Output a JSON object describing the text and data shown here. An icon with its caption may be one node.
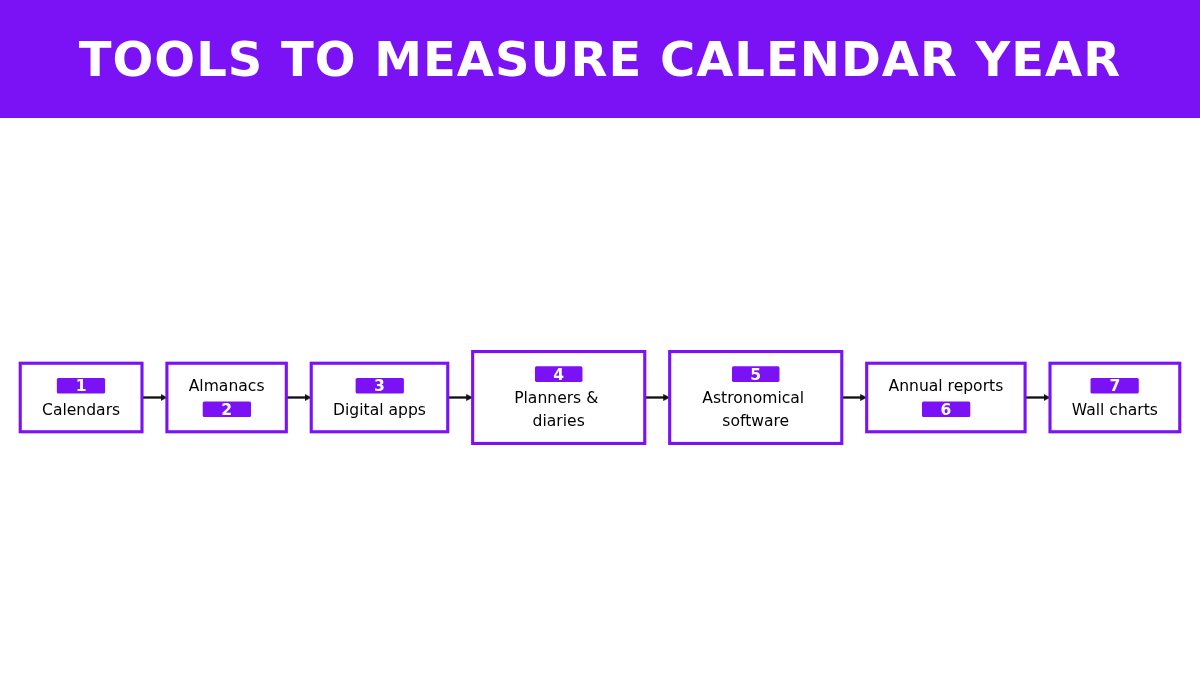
{
  "diagram": {
    "title": "TOOLS TO MEASURE CALENDAR YEAR",
    "nodes": [
      {
        "text": [
          "1",
          "Calendars"
        ]
      },
      {
        "text": [
          "Almanacs",
          "2"
        ]
      },
      {
        "text": [
          "3",
          "Digital apps"
        ]
      },
      {
        "text": [
          "4",
          "Planners & diaries"
        ]
      },
      {
        "text": [
          "5",
          "Astronomical software"
        ]
      },
      {
        "text": [
          "Annual reports",
          "6"
        ]
      },
      {
        "text": [
          "7",
          "Wall charts"
        ]
      }
    ],
    "edges": [
      {
        "from": 0,
        "to": 1,
        "arrow": "to"
      },
      {
        "from": 1,
        "to": 2,
        "arrow": "to"
      },
      {
        "from": 2,
        "to": 3,
        "arrow": "to"
      },
      {
        "from": 3,
        "to": 4,
        "arrow": "to"
      },
      {
        "from": 4,
        "to": 5,
        "arrow": "to"
      },
      {
        "from": 5,
        "to": 6,
        "arrow": "to"
      }
    ]
  }
}
